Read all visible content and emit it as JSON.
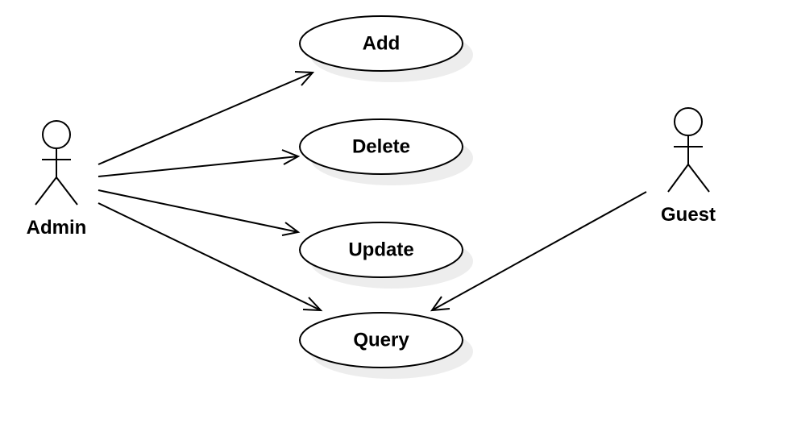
{
  "diagram": {
    "type": "use-case",
    "actors": [
      {
        "id": "admin",
        "label": "Admin"
      },
      {
        "id": "guest",
        "label": "Guest"
      }
    ],
    "use_cases": [
      {
        "id": "add",
        "label": "Add"
      },
      {
        "id": "delete",
        "label": "Delete"
      },
      {
        "id": "update",
        "label": "Update"
      },
      {
        "id": "query",
        "label": "Query"
      }
    ],
    "associations": [
      {
        "from": "admin",
        "to": "add"
      },
      {
        "from": "admin",
        "to": "delete"
      },
      {
        "from": "admin",
        "to": "update"
      },
      {
        "from": "admin",
        "to": "query"
      },
      {
        "from": "guest",
        "to": "query"
      }
    ],
    "line_color": "#000000",
    "background_color": "#ffffff"
  }
}
